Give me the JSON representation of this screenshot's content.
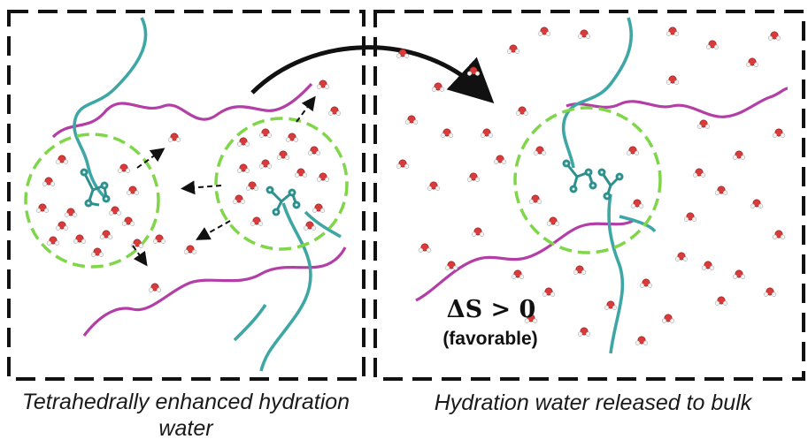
{
  "captions": {
    "left": "Tetrahedrally enhanced hydration water",
    "right": "Hydration water released to bulk"
  },
  "annotation": {
    "entropy": "ΔS > 0",
    "note": "(favorable)"
  },
  "colors": {
    "panel_border": "#111111",
    "hydration_shell": "#7fd648",
    "polymer_backbone": "#b33fa6",
    "side_chain": "#3fa6a6",
    "oxygen": "#d93a3a",
    "hydrogen": "#e8e8e8",
    "arrow": "#111111"
  }
}
